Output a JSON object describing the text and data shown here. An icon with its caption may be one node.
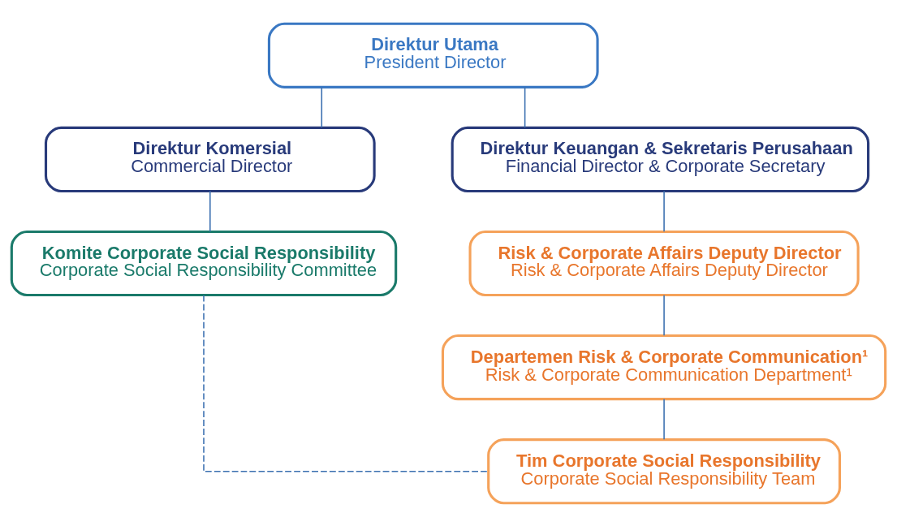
{
  "diagram": {
    "nodes": [
      {
        "text": [
          "Direktur Utama",
          "President Director"
        ]
      },
      {
        "text": [
          "Direktur Komersial",
          "Commercial Director"
        ]
      },
      {
        "text": [
          "Direktur Keuangan & Sekretaris Perusahaan",
          "Financial Director & Corporate Secretary"
        ]
      },
      {
        "text": [
          "Komite Corporate Social Responsibility",
          "Corporate Social Responsibility Committee"
        ]
      },
      {
        "text": [
          "Risk & Corporate Affairs Deputy Director",
          "Risk & Corporate Affairs Deputy Director"
        ]
      },
      {
        "text": [
          "Departemen Risk & Corporate Communication¹",
          "Risk & Corporate Communication Department¹"
        ]
      },
      {
        "text": [
          "Tim Corporate Social Responsibility",
          "Corporate Social Responsibility Team"
        ]
      }
    ],
    "edges": [
      {
        "from": 0,
        "to": 1,
        "arrow": "none"
      },
      {
        "from": 0,
        "to": 2,
        "arrow": "none"
      },
      {
        "from": 1,
        "to": 3,
        "arrow": "none"
      },
      {
        "from": 2,
        "to": 4,
        "arrow": "none"
      },
      {
        "from": 4,
        "to": 5,
        "arrow": "none"
      },
      {
        "from": 5,
        "to": 6,
        "arrow": "none"
      },
      {
        "from": 3,
        "to": 6,
        "arrow": "none",
        "style": "dashed"
      }
    ]
  }
}
